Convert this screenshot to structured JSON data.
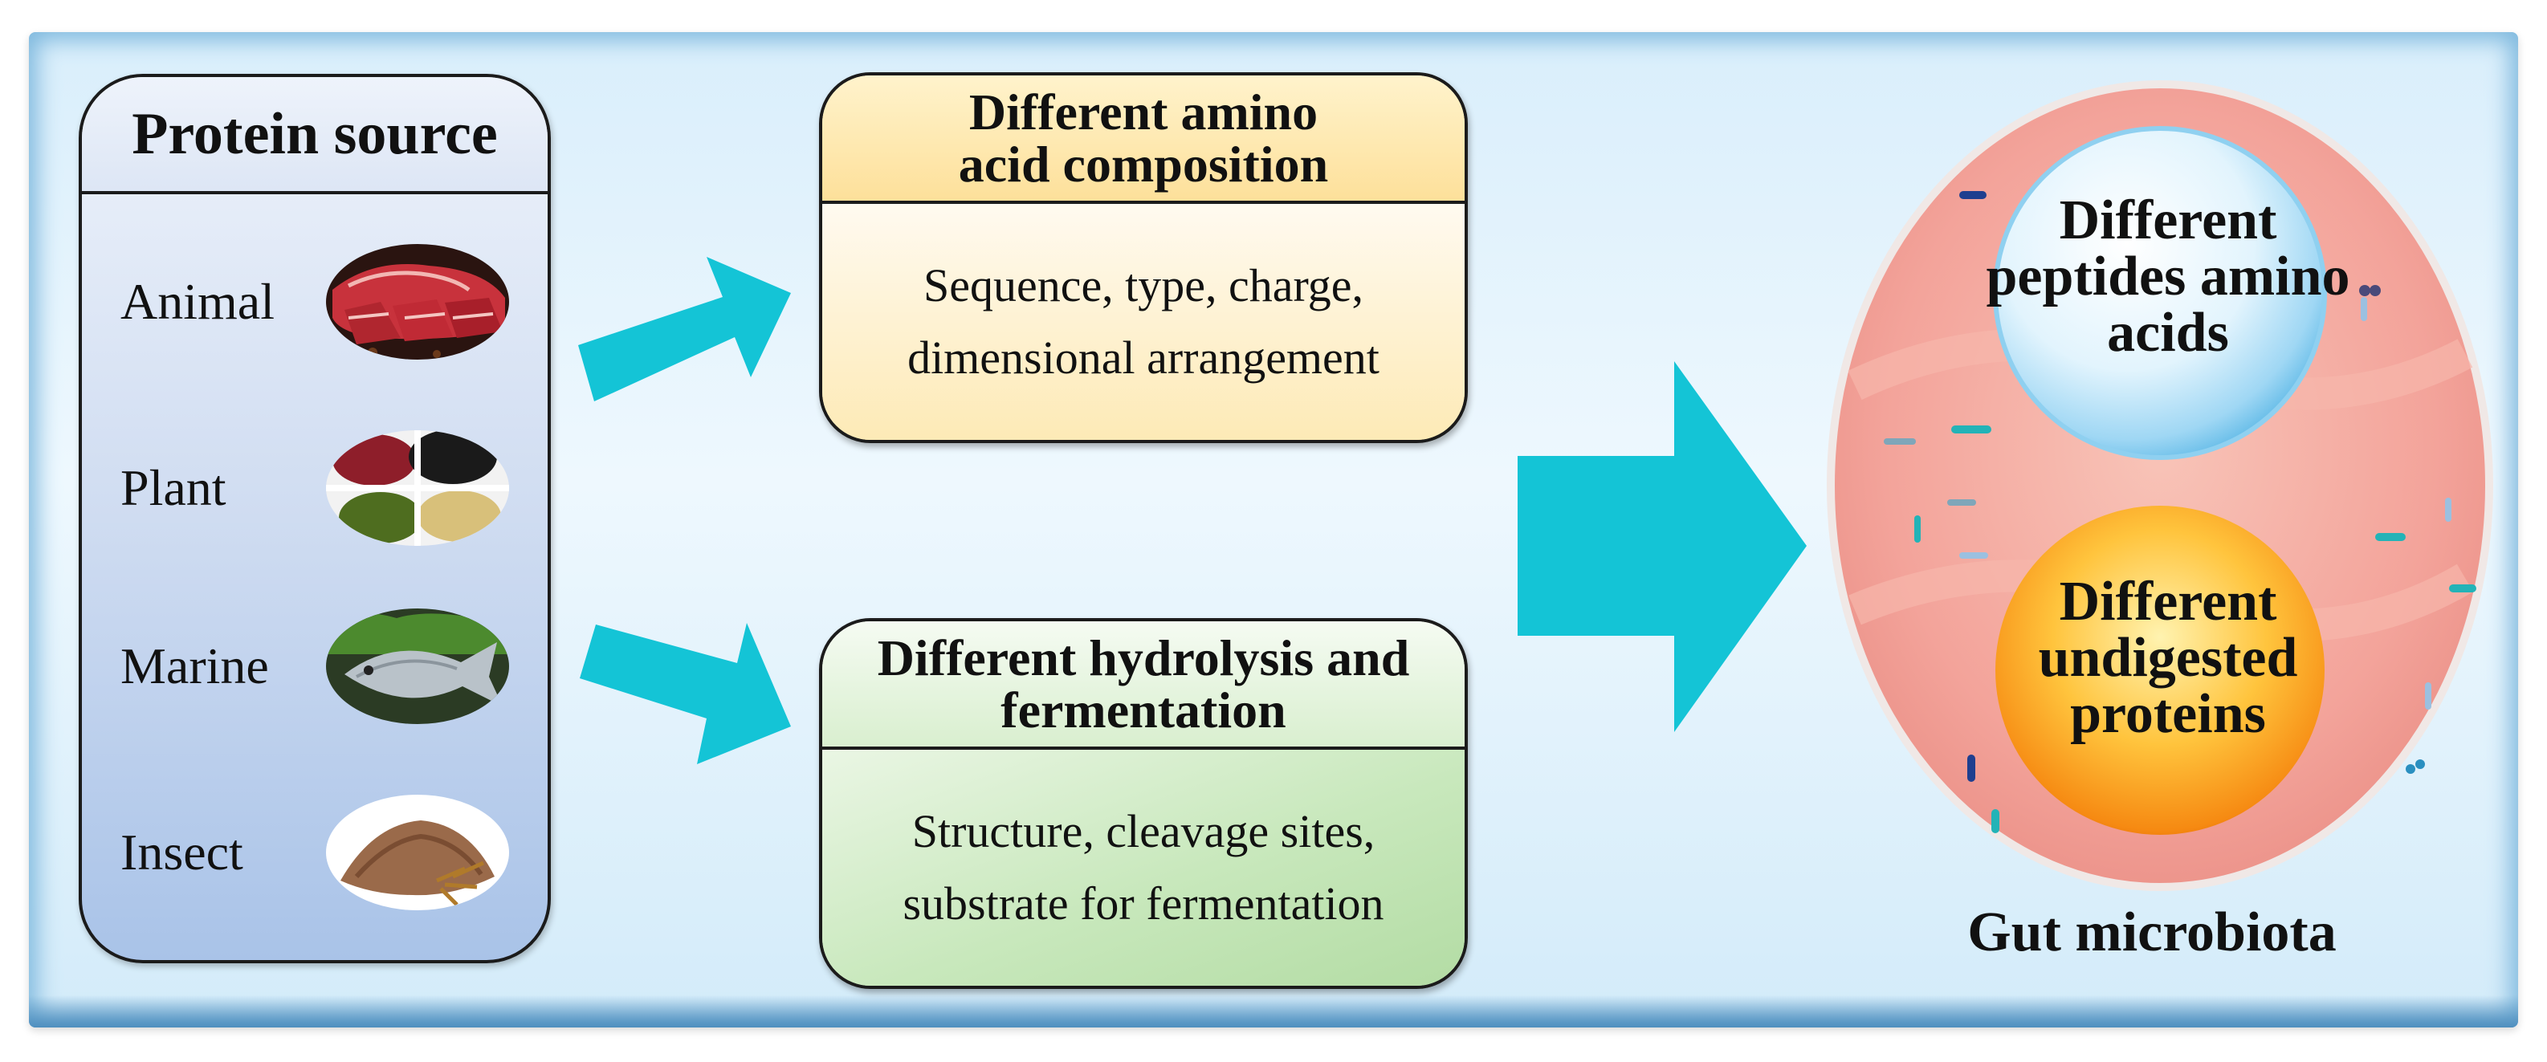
{
  "protein_source": {
    "title": "Protein source",
    "items": [
      {
        "label": "Animal",
        "icon": "meat-icon"
      },
      {
        "label": "Plant",
        "icon": "beans-icon"
      },
      {
        "label": "Marine",
        "icon": "fish-icon"
      },
      {
        "label": "Insect",
        "icon": "insect-powder-icon"
      }
    ]
  },
  "amino_box": {
    "title": "Different amino acid composition",
    "body": "Sequence, type, charge, dimensional arrangement"
  },
  "hydrolysis_box": {
    "title": "Different hydrolysis and fermentation",
    "body": "Structure, cleavage sites, substrate for fermentation"
  },
  "gut": {
    "bubble_top": "Different peptides amino acids",
    "bubble_bottom": "Different undigested proteins",
    "label": "Gut microbiota"
  },
  "colors": {
    "arrow": "#14c4d6",
    "frame_shadow": "#7fb9de",
    "panel_bottom": "#a9c3e8",
    "amino_fill": "#fde6a4",
    "hydrolysis_fill": "#c8e8bc",
    "gut_fill": "#f3a39a",
    "bubble_blue": "#bfe6fa",
    "bubble_orange": "#f79a1f"
  }
}
